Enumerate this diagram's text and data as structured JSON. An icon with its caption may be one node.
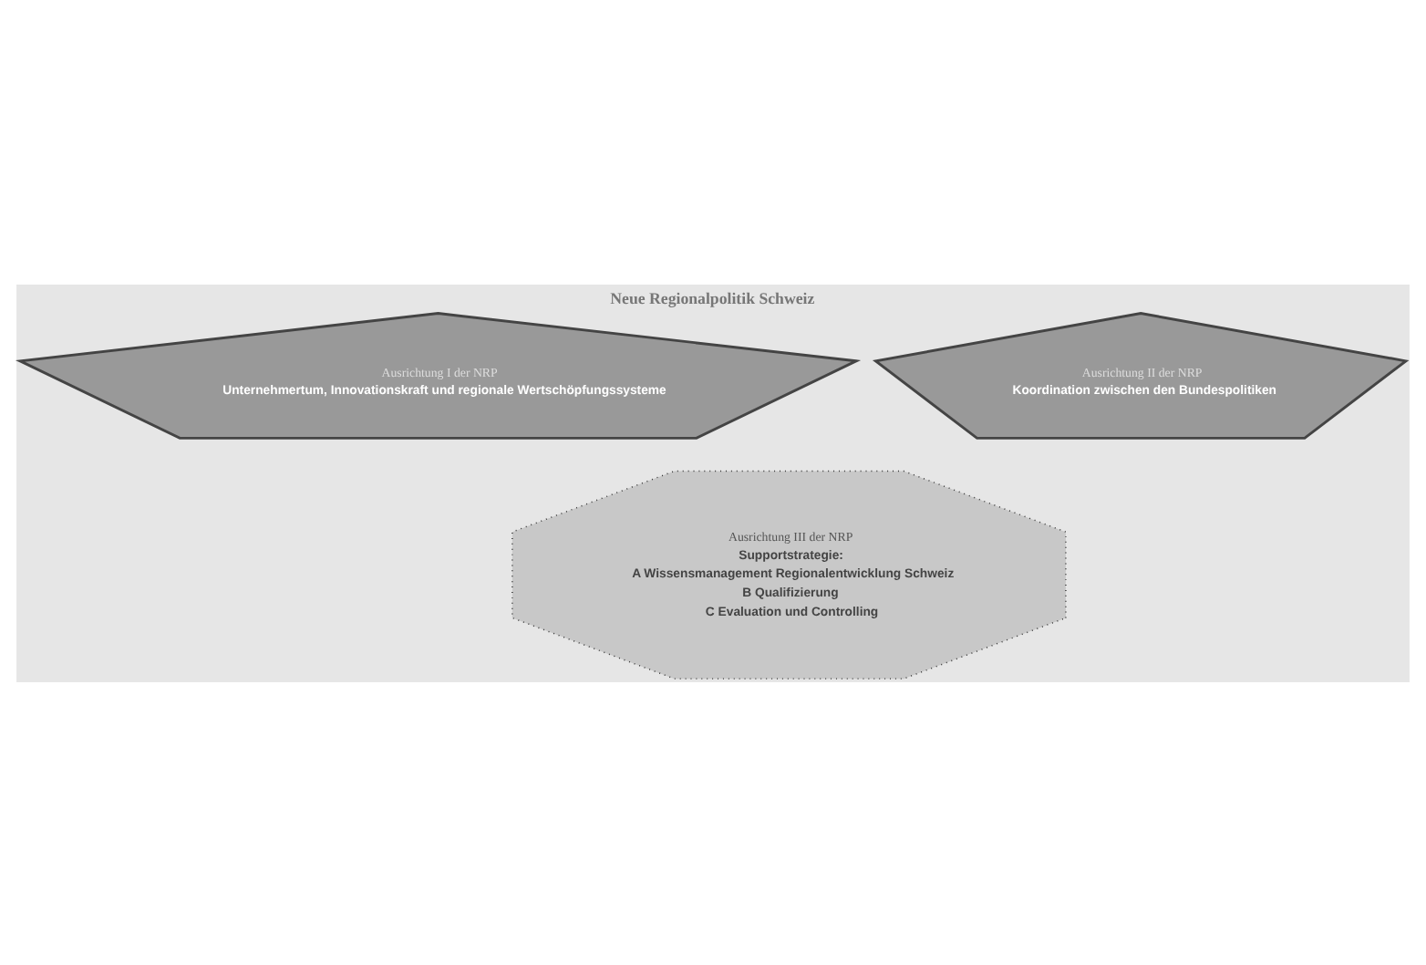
{
  "diagram": {
    "title": "Neue Regionalpolitik Schweiz",
    "nodes": [
      {
        "text": [
          "Ausrichtung I der NRP",
          "Unternehmertum, Innovationskraft und regionale Wertschöpfungssysteme"
        ]
      },
      {
        "text": [
          "Ausrichtung II der NRP",
          "Koordination zwischen den Bundespolitiken"
        ]
      },
      {
        "text": [
          "Ausrichtung III der NRP",
          "Supportstrategie:",
          "A Wissensmanagement Regionalentwicklung Schweiz",
          "B Qualifizierung",
          "C Evaluation und Controlling"
        ]
      }
    ],
    "edges": []
  }
}
